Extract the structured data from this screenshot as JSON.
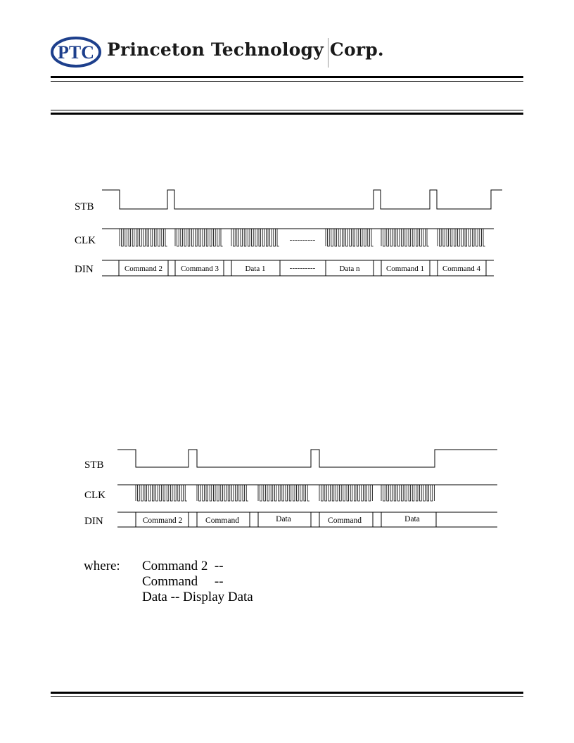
{
  "header": {
    "logo_text": "PTC",
    "company_name": "Princeton Technology Corp."
  },
  "diagram1": {
    "signals": [
      "STB",
      "CLK",
      "DIN"
    ],
    "segments": [
      "Command 2",
      "Command 3",
      "Data 1",
      "Data n",
      "Command 1",
      "Command 4"
    ],
    "gap_marker": "----------"
  },
  "diagram2": {
    "signals": [
      "STB",
      "CLK",
      "DIN"
    ],
    "segments": [
      "Command 2",
      "Command",
      "Data",
      "Command",
      "Data"
    ]
  },
  "legend": {
    "where_label": "where:",
    "line1": "Command 2  --",
    "line2": "Command     --",
    "line3": "Data -- Display Data"
  },
  "colors": {
    "logo_blue": "#1d3f8c",
    "ink": "#000000"
  },
  "icons": [
    "ptc-logo-icon"
  ]
}
